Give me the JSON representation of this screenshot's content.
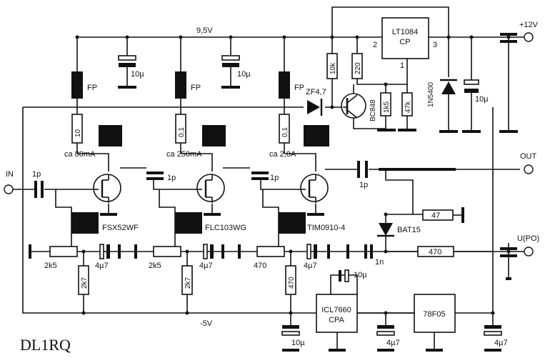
{
  "rails": {
    "supply_pos": "9,5V",
    "supply_neg": "-5V",
    "input_12v": "+12V"
  },
  "ports": {
    "in": "IN",
    "out": "OUT",
    "upo": "U(PO)"
  },
  "regulator": {
    "name_line1": "LT1084",
    "name_line2": "CP",
    "pin2": "2",
    "pin3": "3",
    "pin1": "1"
  },
  "regulator_network": {
    "r_top": "10k",
    "r_mid": "220",
    "zener": "ZF4,7",
    "transistor": "BC848",
    "r_1k5": "1k5",
    "r_47k": "47k",
    "diode": "1N5400",
    "cap": "10µ"
  },
  "stages": [
    {
      "ferrite": "FP",
      "cap": "10µ",
      "r_drain": "10",
      "current": "ca 80mA",
      "fet": "FSX52WF",
      "pot": "2k5",
      "r_gate": "2k7",
      "c_gate": "4µ7"
    },
    {
      "ferrite": "FP",
      "cap": "10µ",
      "r_drain": "0,1",
      "current": "ca 250mA",
      "fet": "FLC103WG",
      "pot": "2k5",
      "r_gate": "2k7",
      "c_gate": "4µ7"
    },
    {
      "ferrite": "FP",
      "cap": "",
      "r_drain": "0,1",
      "current": "ca 2,0A",
      "fet": "TIM0910-4",
      "pot": "470",
      "r_gate": "470",
      "c_gate": "4µ7"
    }
  ],
  "couplers": {
    "c_in": "1p",
    "c_12": "1p",
    "c_23": "1p",
    "c_out": "1p"
  },
  "detector": {
    "diode": "BAT15",
    "r_load": "47",
    "r_series": "470",
    "c_filter": "1n"
  },
  "converter": {
    "ic_line1": "ICL7660",
    "ic_line2": "CPA",
    "cap_pump": "10µ",
    "cap_out": "10µ",
    "cap_mid": "4µ7"
  },
  "regulator5": {
    "name": "78F05",
    "cap": "4µ7"
  },
  "signature": "DL1RQ"
}
